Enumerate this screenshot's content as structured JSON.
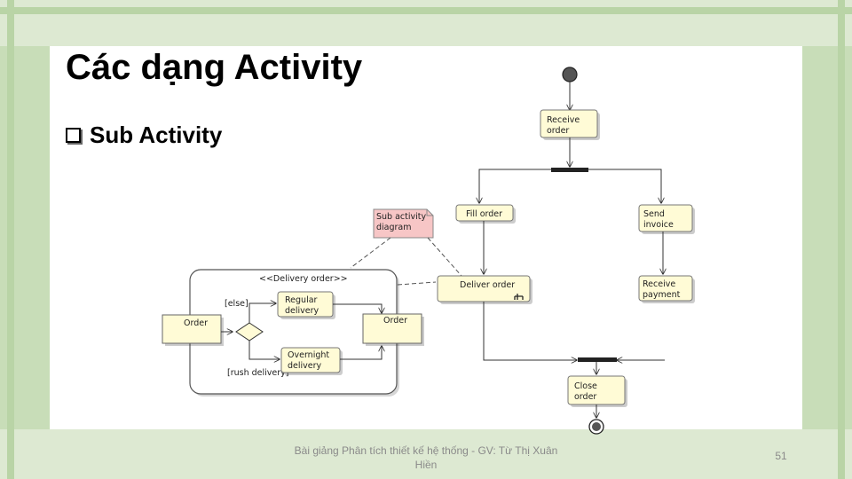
{
  "slide": {
    "title": "Các dạng Activity",
    "bullet": "Sub Activity",
    "footer": "Bài giảng Phân tích thiết kế hệ thống - GV: Từ Thị Xuân Hiền",
    "page_number": "51"
  },
  "diagram": {
    "main": {
      "receive_order": [
        "Receive",
        "order"
      ],
      "fill_order": "Fill order",
      "send_invoice": [
        "Send",
        "invoice"
      ],
      "deliver_order": "Deliver order",
      "receive_payment": [
        "Receive",
        "payment"
      ],
      "close_order": [
        "Close",
        "order"
      ]
    },
    "note": [
      "Sub activity",
      "diagram"
    ],
    "sub": {
      "stereotype": "<<Delivery order>>",
      "order_left": "Order",
      "order_right": "Order",
      "regular_delivery": [
        "Regular",
        "delivery"
      ],
      "overnight_delivery": [
        "Overnight",
        "delivery"
      ],
      "guard_else": "[else]",
      "guard_rush": "[rush delivery]"
    }
  }
}
